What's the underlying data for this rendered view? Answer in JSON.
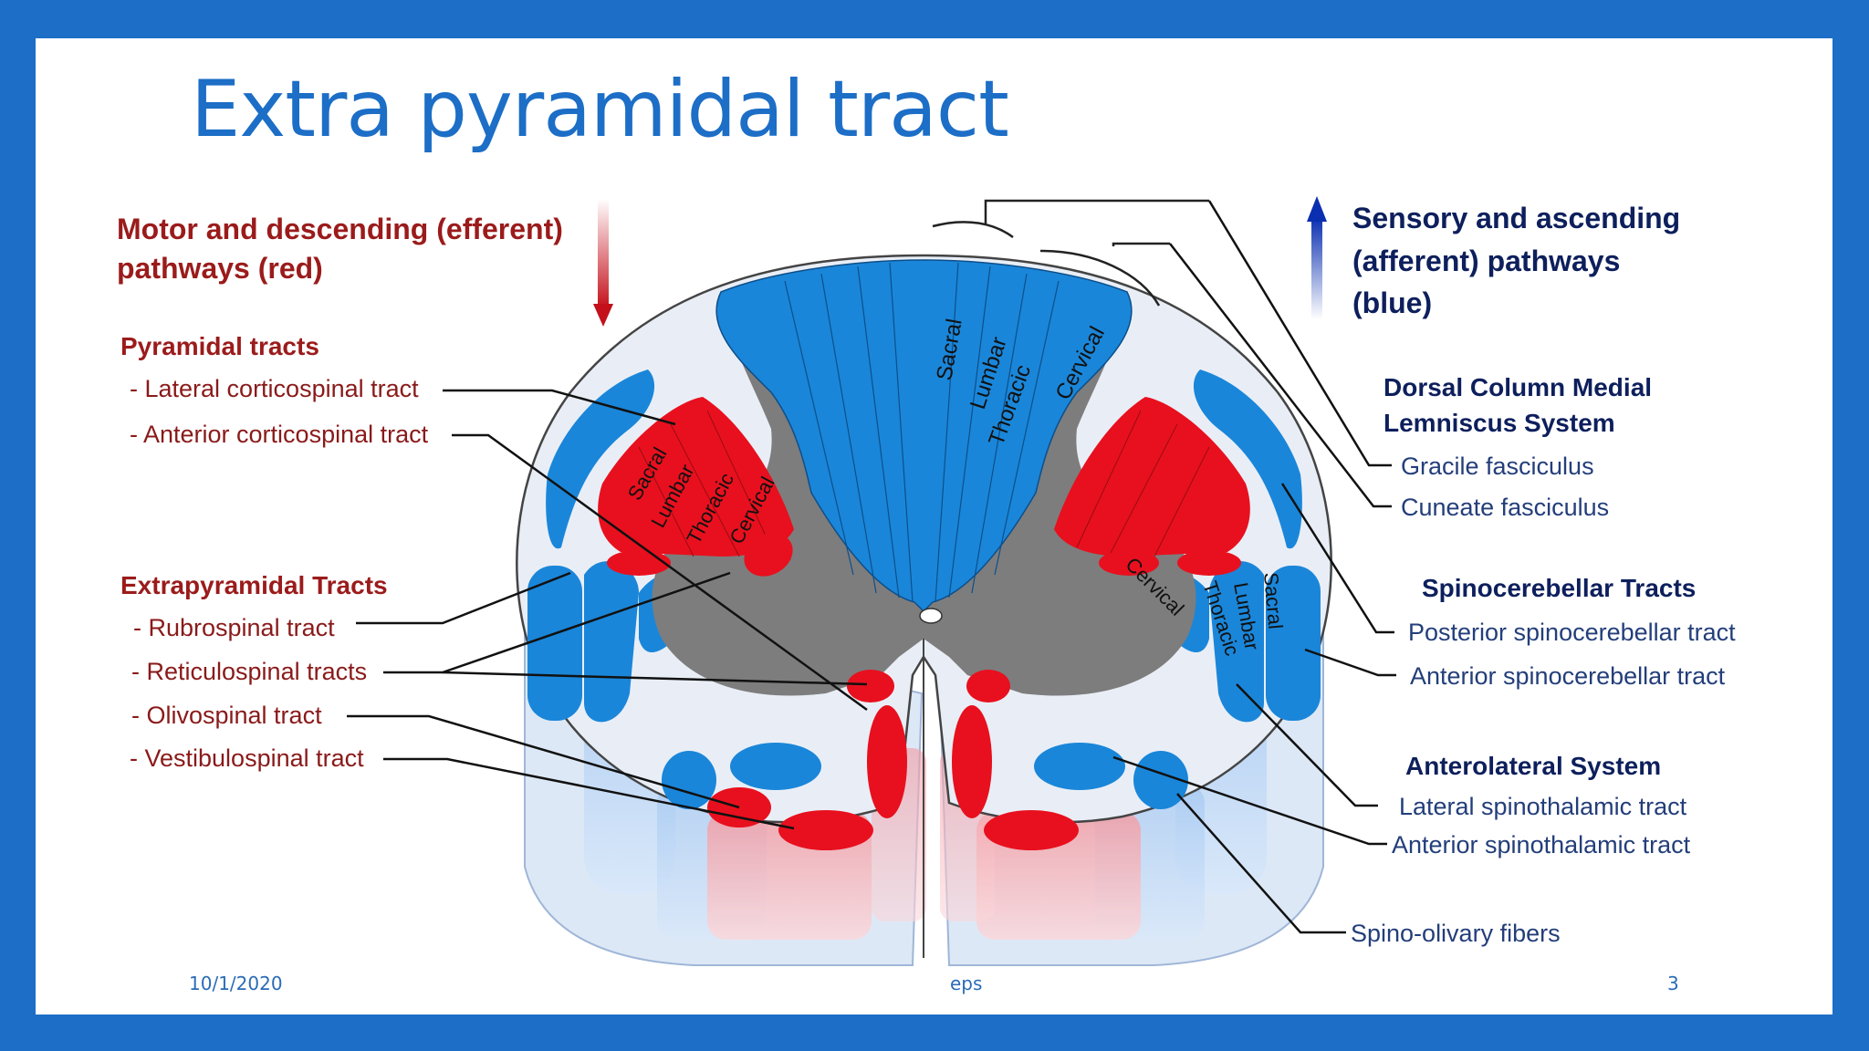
{
  "title": "Extra pyramidal tract",
  "footer": {
    "date": "10/1/2020",
    "center": "eps",
    "page": "3"
  },
  "legend": {
    "motor_line1": "Motor and descending (efferent)",
    "motor_line2": "pathways   (red)",
    "sensory_line1": "Sensory and ascending",
    "sensory_line2": "(afferent) pathways",
    "sensory_line3": "(blue)"
  },
  "left_labels": {
    "pyramidal_heading": "Pyramidal tracts",
    "lateral_cst": "- Lateral corticospinal tract",
    "anterior_cst": "- Anterior corticospinal tract",
    "extrapyramidal_heading": "Extrapyramidal Tracts",
    "rubrospinal": "- Rubrospinal tract",
    "reticulospinal": "- Reticulospinal tracts",
    "olivospinal": "- Olivospinal tract",
    "vestibulospinal": "- Vestibulospinal tract"
  },
  "right_labels": {
    "dcml_heading_1": "Dorsal Column Medial",
    "dcml_heading_2": "Lemniscus System",
    "gracile": "Gracile fasciculus",
    "cuneate": "Cuneate fasciculus",
    "spinocerebellar_heading": "Spinocerebellar Tracts",
    "posterior_scb": "Posterior spinocerebellar tract",
    "anterior_scb": "Anterior spinocerebellar tract",
    "anterolateral_heading": "Anterolateral System",
    "lateral_stt": "Lateral spinothalamic tract",
    "anterior_stt": "Anterior spinothalamic tract",
    "spino_olivary": "Spino-olivary fibers"
  },
  "segments": {
    "dorsal": [
      "Sacral",
      "Lumbar",
      "Thoracic",
      "Cervical"
    ],
    "lateral_cst": [
      "Sacral",
      "Lumbar",
      "Thoracic",
      "Cervical"
    ],
    "spinothalamic": [
      "Cervical",
      "Thoracic",
      "Lumbar",
      "Sacral"
    ]
  },
  "colors": {
    "frame": "#1c6ec6",
    "title": "#1c6ec6",
    "efferent_red": "#e8101e",
    "afferent_blue": "#1a86d9",
    "gray_matter": "#7d7d7d"
  }
}
